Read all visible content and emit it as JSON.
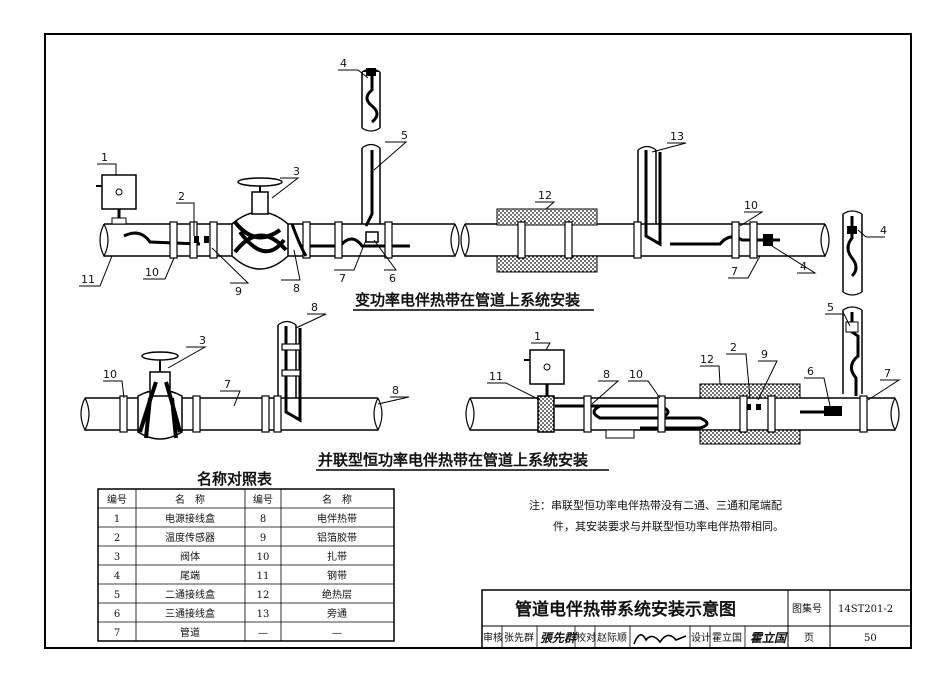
{
  "callouts": {
    "c1a": "1",
    "c2a": "2",
    "c3a": "3",
    "c4a": "4",
    "c5a": "5",
    "c6a": "6",
    "c7a": "7",
    "c8a": "8",
    "c9a": "9",
    "c10a": "10",
    "c11a": "11",
    "c12b": "12",
    "c13b": "13",
    "c10b": "10",
    "c7b": "7",
    "c4b": "4",
    "c4c": "4",
    "c5c": "5",
    "c7c": "7",
    "c8d": "8",
    "c3d": "3",
    "c10d": "10",
    "c7d": "7",
    "c8e": "8",
    "c1e": "1",
    "c11e": "11",
    "c8f": "8",
    "c10e": "10",
    "c12e": "12",
    "c2e": "2",
    "c9e": "9",
    "c6e": "6"
  },
  "diagram_titles": {
    "top": "变功率电伴热带在管道上系统安装",
    "bottom": "并联型恒功率电伴热带在管道上系统安装"
  },
  "legend_table": {
    "title": "名称对照表",
    "headers": [
      "编号",
      "名　称",
      "编号",
      "名　称"
    ],
    "rows": [
      [
        "1",
        "电源接线盒",
        "8",
        "电伴热带"
      ],
      [
        "2",
        "温度传感器",
        "9",
        "铝箔胶带"
      ],
      [
        "3",
        "阀体",
        "10",
        "扎带"
      ],
      [
        "4",
        "尾端",
        "11",
        "钢带"
      ],
      [
        "5",
        "二通接线盒",
        "12",
        "绝热层"
      ],
      [
        "6",
        "三通接线盒",
        "13",
        "旁通"
      ],
      [
        "7",
        "管道",
        "—",
        "—"
      ]
    ]
  },
  "note": {
    "line1": "注：串联型恒功率电伴热带没有二通、三通和尾端配",
    "line2": "件，其安装要求与并联型恒功率电伴热带相同。"
  },
  "title_block": {
    "drawing_title": "管道电伴热带系统安装示意图",
    "atlas_label": "图集号",
    "atlas_number": "14ST201-2",
    "review_label": "审核",
    "review_name": "张先群",
    "check_label": "校对",
    "check_name": "赵际顺",
    "design_label": "设计",
    "design_name": "霍立国",
    "page_label": "页",
    "page_number": "50"
  }
}
